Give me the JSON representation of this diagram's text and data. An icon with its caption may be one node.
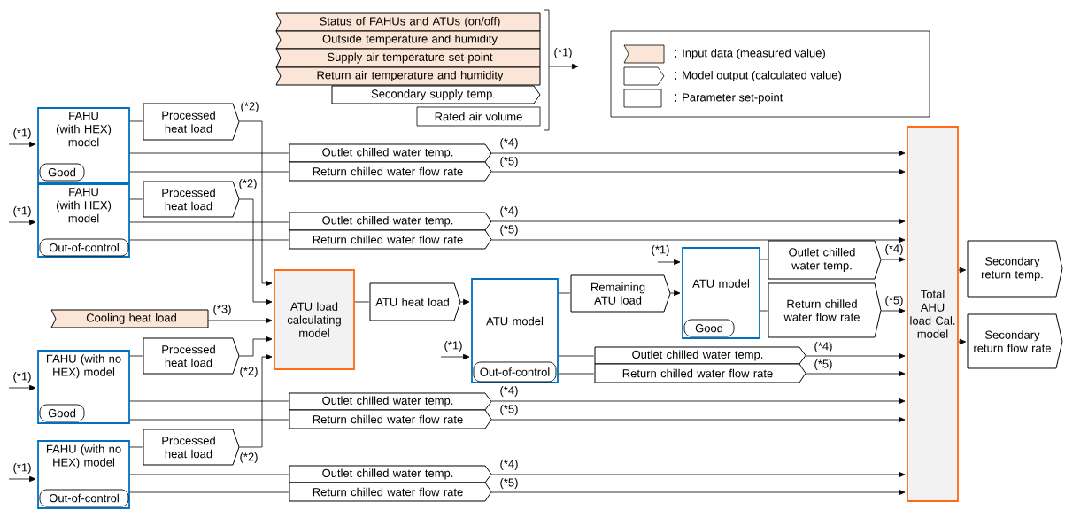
{
  "diagram": {
    "nodes": [
      {
        "text": [
          "Status of FAHUs and ATUs (on/off)"
        ]
      },
      {
        "text": [
          "Outside temperature and humidity"
        ]
      },
      {
        "text": [
          "Supply air temperature set-point"
        ]
      },
      {
        "text": [
          "Return air temperature and humidity"
        ]
      },
      {
        "text": [
          "Secondary supply temp."
        ]
      },
      {
        "text": [
          "Rated air volume"
        ]
      },
      {
        "text": [
          "FAHU (with HEX) model"
        ]
      },
      {
        "text": [
          "Good"
        ],
        "in": 6
      },
      {
        "text": [
          "Processed heat load"
        ]
      },
      {
        "text": [
          "Outlet chilled water temp."
        ]
      },
      {
        "text": [
          "Return chilled water flow rate"
        ]
      },
      {
        "text": [
          "FAHU (with HEX) model"
        ]
      },
      {
        "text": [
          "Out-of-control"
        ],
        "in": 11
      },
      {
        "text": [
          "Processed heat load"
        ]
      },
      {
        "text": [
          "Outlet chilled water temp."
        ]
      },
      {
        "text": [
          "Return chilled water flow rate"
        ]
      },
      {
        "text": [
          "ATU load calculating model"
        ]
      },
      {
        "text": [
          "Cooling heat load"
        ]
      },
      {
        "text": [
          "ATU heat load"
        ]
      },
      {
        "text": [
          "ATU model"
        ]
      },
      {
        "text": [
          "Out-of-control"
        ],
        "in": 19
      },
      {
        "text": [
          "Remaining ATU load"
        ]
      },
      {
        "text": [
          "ATU model"
        ]
      },
      {
        "text": [
          "Good"
        ],
        "in": 22
      },
      {
        "text": [
          "Outlet chilled water temp."
        ]
      },
      {
        "text": [
          "Return chilled water flow rate"
        ]
      },
      {
        "text": [
          "Outlet chilled water temp."
        ]
      },
      {
        "text": [
          "Return chilled water flow rate"
        ]
      },
      {
        "text": [
          "FAHU (with no HEX) model"
        ]
      },
      {
        "text": [
          "Good"
        ],
        "in": 28
      },
      {
        "text": [
          "Processed heat load"
        ]
      },
      {
        "text": [
          "Outlet chilled water temp."
        ]
      },
      {
        "text": [
          "Return chilled water flow rate"
        ]
      },
      {
        "text": [
          "FAHU (with no HEX) model"
        ]
      },
      {
        "text": [
          "Out-of-control"
        ],
        "in": 33
      },
      {
        "text": [
          "Processed heat load"
        ]
      },
      {
        "text": [
          "Outlet chilled water temp."
        ]
      },
      {
        "text": [
          "Return chilled water flow rate"
        ]
      },
      {
        "text": [
          "Total AHU load Cal. model"
        ]
      },
      {
        "text": [
          "Secondary return temp."
        ]
      },
      {
        "text": [
          "Secondary return flow rate"
        ]
      },
      {
        "text": [],
        "shape": "bracket"
      }
    ],
    "edges": [
      {
        "from": null,
        "to": 6,
        "arrow": "to",
        "label": "(*1)"
      },
      {
        "from": 6,
        "to": 8,
        "arrow": "none"
      },
      {
        "from": 8,
        "to": 16,
        "arrow": "to",
        "label": "(*2)"
      },
      {
        "from": 6,
        "to": 9,
        "arrow": "none"
      },
      {
        "from": 6,
        "to": 10,
        "arrow": "none"
      },
      {
        "from": 9,
        "to": 38,
        "arrow": "to",
        "label": "(*4)"
      },
      {
        "from": 10,
        "to": 38,
        "arrow": "to",
        "label": "(*5)"
      },
      {
        "from": null,
        "to": 11,
        "arrow": "to",
        "label": "(*1)"
      },
      {
        "from": 11,
        "to": 13,
        "arrow": "none"
      },
      {
        "from": 13,
        "to": 16,
        "arrow": "to",
        "label": "(*2)"
      },
      {
        "from": 11,
        "to": 14,
        "arrow": "none"
      },
      {
        "from": 11,
        "to": 15,
        "arrow": "none"
      },
      {
        "from": 14,
        "to": 38,
        "arrow": "to",
        "label": "(*4)"
      },
      {
        "from": 15,
        "to": 38,
        "arrow": "to",
        "label": "(*5)"
      },
      {
        "from": 17,
        "to": 16,
        "arrow": "to",
        "label": "(*3)"
      },
      {
        "from": 16,
        "to": 18,
        "arrow": "none"
      },
      {
        "from": 18,
        "to": 19,
        "arrow": "to"
      },
      {
        "from": null,
        "to": 19,
        "arrow": "to",
        "label": "(*1)"
      },
      {
        "from": 19,
        "to": 21,
        "arrow": "none"
      },
      {
        "from": 21,
        "to": 22,
        "arrow": "to"
      },
      {
        "from": null,
        "to": 22,
        "arrow": "to",
        "label": "(*1)"
      },
      {
        "from": 22,
        "to": 24,
        "arrow": "none"
      },
      {
        "from": 22,
        "to": 25,
        "arrow": "none"
      },
      {
        "from": 24,
        "to": 38,
        "arrow": "to",
        "label": "(*4)"
      },
      {
        "from": 25,
        "to": 38,
        "arrow": "to",
        "label": "(*5)"
      },
      {
        "from": 19,
        "to": 26,
        "arrow": "none"
      },
      {
        "from": 19,
        "to": 27,
        "arrow": "none"
      },
      {
        "from": 26,
        "to": 38,
        "arrow": "to",
        "label": "(*4)"
      },
      {
        "from": 27,
        "to": 38,
        "arrow": "to",
        "label": "(*5)"
      },
      {
        "from": null,
        "to": 28,
        "arrow": "to",
        "label": "(*1)"
      },
      {
        "from": 28,
        "to": 30,
        "arrow": "none"
      },
      {
        "from": 30,
        "to": 16,
        "arrow": "to",
        "label": "(*2)"
      },
      {
        "from": 28,
        "to": 31,
        "arrow": "none"
      },
      {
        "from": 28,
        "to": 32,
        "arrow": "none"
      },
      {
        "from": 31,
        "to": 38,
        "arrow": "to",
        "label": "(*4)"
      },
      {
        "from": 32,
        "to": 38,
        "arrow": "to",
        "label": "(*5)"
      },
      {
        "from": null,
        "to": 33,
        "arrow": "to",
        "label": "(*1)"
      },
      {
        "from": 33,
        "to": 35,
        "arrow": "none"
      },
      {
        "from": 35,
        "to": 16,
        "arrow": "to",
        "label": "(*2)"
      },
      {
        "from": 33,
        "to": 36,
        "arrow": "none"
      },
      {
        "from": 33,
        "to": 37,
        "arrow": "none"
      },
      {
        "from": 36,
        "to": 38,
        "arrow": "to",
        "label": "(*4)"
      },
      {
        "from": 37,
        "to": 38,
        "arrow": "to",
        "label": "(*5)"
      },
      {
        "from": 38,
        "to": 39,
        "arrow": "to"
      },
      {
        "from": 38,
        "to": 40,
        "arrow": "to"
      },
      {
        "from": 41,
        "to": null,
        "arrow": "to",
        "label": "(*1)"
      }
    ],
    "legend": [
      {
        "text": "Input data (measured value)",
        "color": "#fbe5d6"
      },
      {
        "text": "Model output (calculated value)"
      },
      {
        "text": "Parameter set-point"
      }
    ]
  }
}
